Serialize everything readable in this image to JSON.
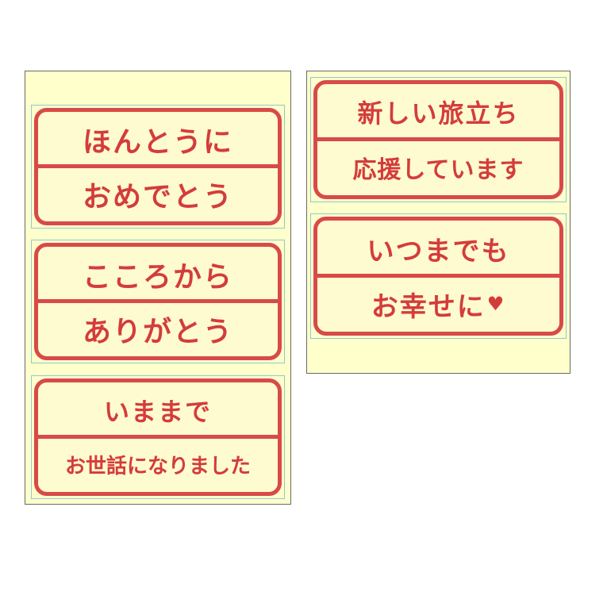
{
  "stickers": [
    {
      "top": "ほんとうに",
      "bottom": "おめでとう"
    },
    {
      "top": "こころから",
      "bottom": "ありがとう"
    },
    {
      "top": "いままで",
      "bottom": "お世話になりました"
    },
    {
      "top": "新しい旅立ち",
      "bottom": "応援しています"
    },
    {
      "top": "いつまでも",
      "bottom": "お幸せに"
    }
  ],
  "heart_glyph": "♥",
  "colors": {
    "stamp_red": "#d43c3c",
    "sheet_background": "#ffffcc",
    "guide_line": "#8fc8d4"
  }
}
